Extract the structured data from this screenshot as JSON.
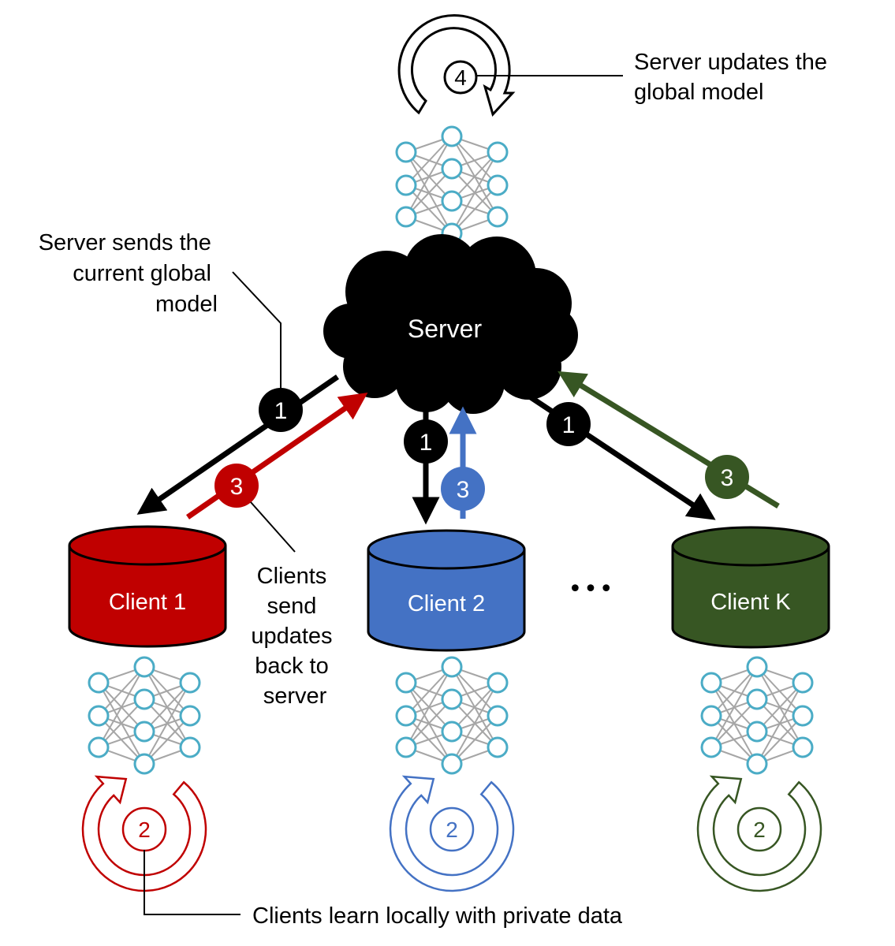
{
  "server": {
    "label": "Server",
    "color": "#000000"
  },
  "clients": [
    {
      "id": "client-1",
      "label": "Client 1",
      "color": "#c00000"
    },
    {
      "id": "client-2",
      "label": "Client 2",
      "color": "#4472c4"
    },
    {
      "id": "client-k",
      "label": "Client K",
      "color": "#375623"
    }
  ],
  "ellipsis": "•••",
  "steps": {
    "send_model": {
      "number": "1",
      "color": "#000000"
    },
    "local_learn": {
      "number": "2"
    },
    "send_updates": {
      "number": "3"
    },
    "update_global": {
      "number": "4",
      "color": "#000000"
    }
  },
  "annotations": {
    "server_sends": [
      "Server sends the",
      "current global",
      "model"
    ],
    "server_updates": [
      "Server updates the",
      "global model"
    ],
    "clients_send": [
      "Clients",
      "send",
      "updates",
      "back to",
      "server"
    ],
    "clients_learn": "Clients learn locally with private data"
  },
  "neural_net": {
    "node_color": "#4bacc6",
    "edge_color": "#a6a6a6"
  }
}
